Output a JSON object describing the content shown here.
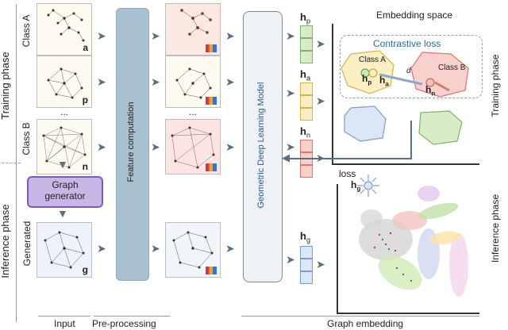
{
  "phases": {
    "training": "Training phase",
    "inference": "Inference phase"
  },
  "classes": {
    "a": "Class A",
    "b": "Class B",
    "generated": "Generated"
  },
  "graph_letters": {
    "a": "a",
    "p": "p",
    "n": "n",
    "g": "g"
  },
  "ellipsis": "...",
  "generator": {
    "line1": "Graph",
    "line2": "generator"
  },
  "feature": "Feature computation",
  "model": "Geometric Deep Learning Model",
  "h": {
    "base": "h",
    "p": "p",
    "a": "a",
    "n": "n",
    "g": "g"
  },
  "embedding_space": "Embedding space",
  "contrastive_loss": "Contrastive loss",
  "class_a": "Class A",
  "class_b": "Class B",
  "d": "d",
  "loss": "loss",
  "bottom": {
    "input": "Input",
    "preprocessing": "Pre-processing",
    "graph_embedding": "Graph embedding"
  },
  "colors": {
    "green_fill": "#d8ecc8",
    "green_border": "#7cb46a",
    "yellow_fill": "#fbefc4",
    "yellow_border": "#d9b24c",
    "red_fill": "#f8d0cc",
    "red_border": "#d9786e",
    "blue_fill": "#dbe6f7",
    "blue_border": "#7d9cc9",
    "bar": "#a9c0d0",
    "arrow": "#5a6f82",
    "generator": "#c9b6e6"
  }
}
